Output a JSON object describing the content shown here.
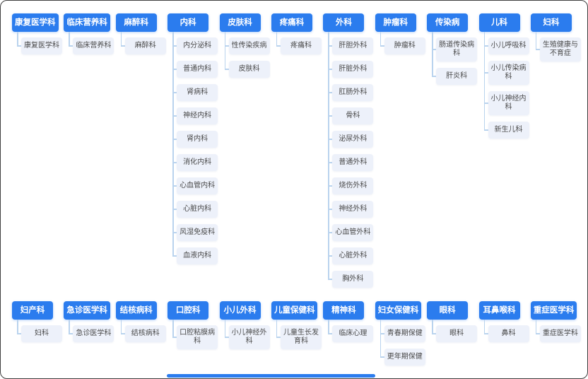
{
  "colors": {
    "parent_bg": "#2b7cee",
    "parent_text": "#ffffff",
    "child_bg": "#edf1fa",
    "child_text": "#4a4a4a",
    "connector": "#b9d3ee",
    "scrollbar": "#2b7cee",
    "frame_border": "#3f3f3f"
  },
  "rows": [
    {
      "trees": [
        {
          "parent": "康复医学科",
          "children": [
            "康复医学科"
          ]
        },
        {
          "parent": "临床营养科",
          "children": [
            "临床营养科"
          ]
        },
        {
          "parent": "麻醉科",
          "children": [
            "麻醉科"
          ]
        },
        {
          "parent": "内科",
          "children": [
            "内分泌科",
            "普通内科",
            "肾病科",
            "神经内科",
            "肾内科",
            "消化内科",
            "心血管内科",
            "心脏内科",
            "风湿免疫科",
            "血液内科"
          ]
        },
        {
          "parent": "皮肤科",
          "children": [
            "性传染疾病",
            "皮肤科"
          ]
        },
        {
          "parent": "疼痛科",
          "children": [
            "疼痛科"
          ]
        },
        {
          "parent": "外科",
          "children": [
            "肝胆外科",
            "肝脏外科",
            "肛肠外科",
            "骨科",
            "泌尿外科",
            "普通外科",
            "烧伤外科",
            "神经外科",
            "心血管外科",
            "心脏外科",
            "胸外科"
          ]
        },
        {
          "parent": "肿瘤科",
          "children": [
            "肿瘤科"
          ]
        },
        {
          "parent": "传染病",
          "children": [
            "肠道传染病科",
            "肝炎科"
          ]
        },
        {
          "parent": "儿科",
          "children": [
            "小儿呼吸科",
            "小儿传染病科",
            "小儿神经内科",
            "新生儿科"
          ]
        },
        {
          "parent": "妇科",
          "children": [
            "生殖健康与不育症"
          ]
        }
      ]
    },
    {
      "trees": [
        {
          "parent": "妇产科",
          "children": [
            "妇科"
          ]
        },
        {
          "parent": "急诊医学科",
          "children": [
            "急诊医学科"
          ]
        },
        {
          "parent": "结核病科",
          "children": [
            "结核病科"
          ]
        },
        {
          "parent": "口腔科",
          "children": [
            "口腔粘膜病科"
          ]
        },
        {
          "parent": "小儿外科",
          "children": [
            "小儿神经外科"
          ]
        },
        {
          "parent": "儿童保健科",
          "children": [
            "儿童生长发育科"
          ]
        },
        {
          "parent": "精神科",
          "children": [
            "临床心理"
          ]
        },
        {
          "parent": "妇女保健科",
          "children": [
            "青春期保健",
            "更年期保健"
          ]
        },
        {
          "parent": "眼科",
          "children": [
            "眼科"
          ]
        },
        {
          "parent": "耳鼻喉科",
          "children": [
            "鼻科"
          ]
        },
        {
          "parent": "重症医学科",
          "children": [
            "重症医学科"
          ]
        }
      ]
    }
  ]
}
